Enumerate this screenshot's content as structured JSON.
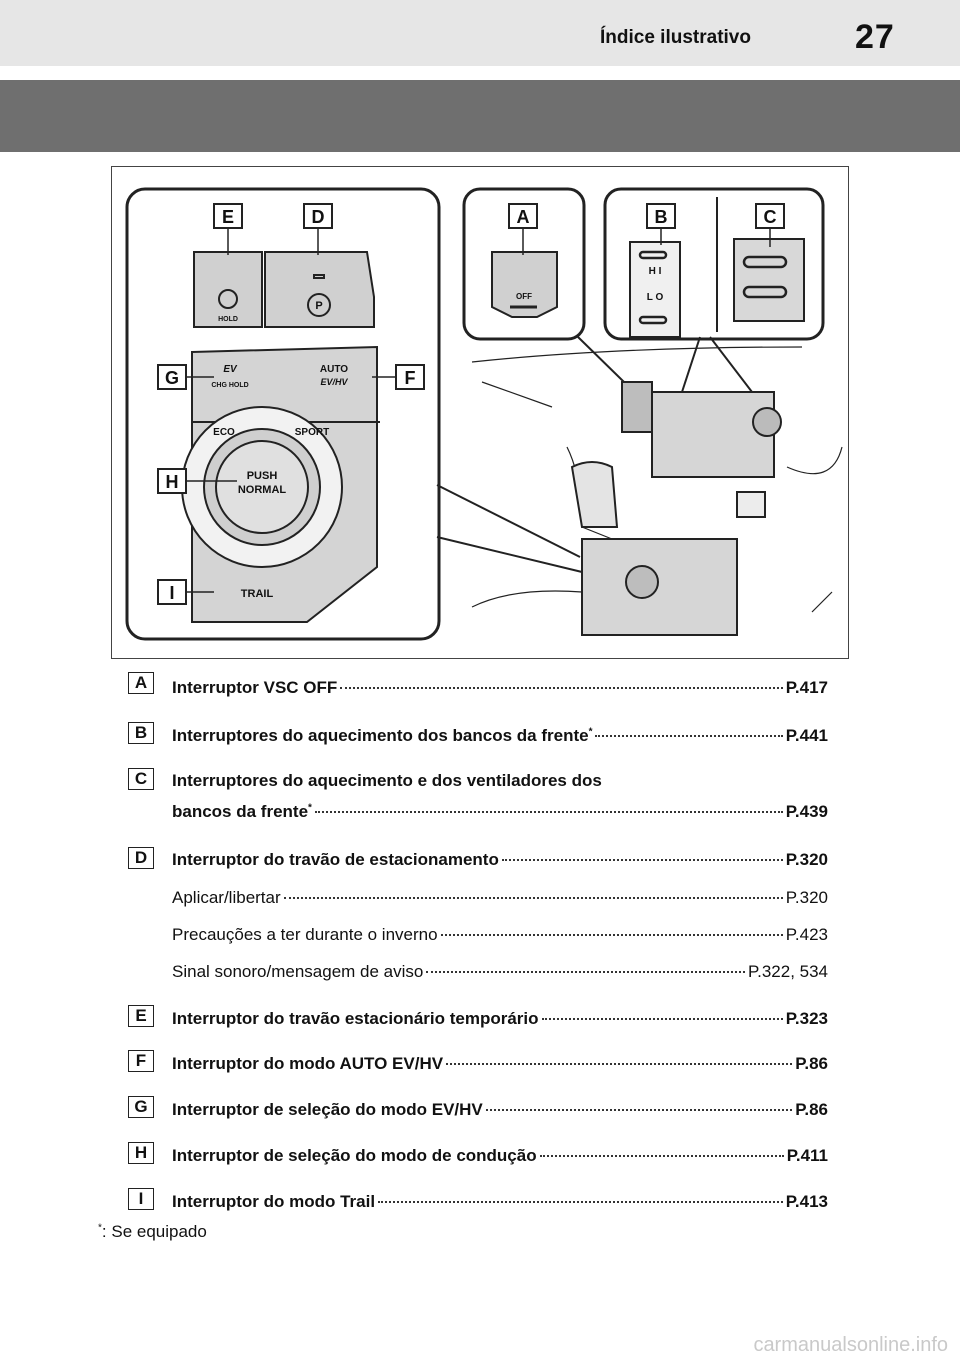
{
  "header": {
    "title": "Índice ilustrativo",
    "page_number": "27"
  },
  "figure": {
    "callouts": [
      "E",
      "D",
      "A",
      "B",
      "C",
      "G",
      "F",
      "H",
      "I"
    ],
    "labels": {
      "hold": "HOLD",
      "parking": "P",
      "vsc_off": "OFF",
      "hi": "H I",
      "lo": "L O",
      "chg_hold": "CHG HOLD",
      "ev": "EV",
      "auto": "AUTO",
      "ev_hv": "EV/HV",
      "eco": "ECO",
      "sport": "SPORT",
      "push": "PUSH",
      "normal": "NORMAL",
      "trail": "TRAIL"
    }
  },
  "items": [
    {
      "letter": "A",
      "lines": [
        {
          "text": "Interruptor VSC OFF",
          "page": "P.417",
          "bold": true
        }
      ]
    },
    {
      "letter": "B",
      "lines": [
        {
          "text": "Interruptores do aquecimento dos bancos da frente",
          "sup": "*",
          "page": "P.441",
          "bold": true
        }
      ]
    },
    {
      "letter": "C",
      "lines": [
        {
          "text": "Interruptores do aquecimento e dos ventiladores dos",
          "bold": true
        },
        {
          "text": "bancos da frente",
          "sup": "*",
          "page": "P.439",
          "bold": true
        }
      ]
    },
    {
      "letter": "D",
      "lines": [
        {
          "text": "Interruptor do travão de estacionamento",
          "page": "P.320",
          "bold": true
        },
        {
          "text": "Aplicar/libertar",
          "page": "P.320",
          "bold": false
        },
        {
          "text": "Precauções a ter durante o inverno",
          "page": "P.423",
          "bold": false
        },
        {
          "text": "Sinal sonoro/mensagem de aviso",
          "page": "P.322, 534",
          "bold": false
        }
      ]
    },
    {
      "letter": "E",
      "lines": [
        {
          "text": "Interruptor do travão estacionário temporário",
          "page": "P.323",
          "bold": true
        }
      ]
    },
    {
      "letter": "F",
      "lines": [
        {
          "text": "Interruptor do modo AUTO EV/HV",
          "page": "P.86",
          "bold": true
        }
      ]
    },
    {
      "letter": "G",
      "lines": [
        {
          "text": "Interruptor de seleção do modo EV/HV",
          "page": "P.86",
          "bold": true
        }
      ]
    },
    {
      "letter": "H",
      "lines": [
        {
          "text": "Interruptor de seleção do modo de condução",
          "page": "P.411",
          "bold": true
        }
      ]
    },
    {
      "letter": "I",
      "lines": [
        {
          "text": "Interruptor do modo Trail",
          "page": "P.413",
          "bold": true
        }
      ]
    }
  ],
  "footnote": {
    "mark": "*",
    "text": ": Se equipado"
  },
  "watermark": "carmanualsonline.info"
}
